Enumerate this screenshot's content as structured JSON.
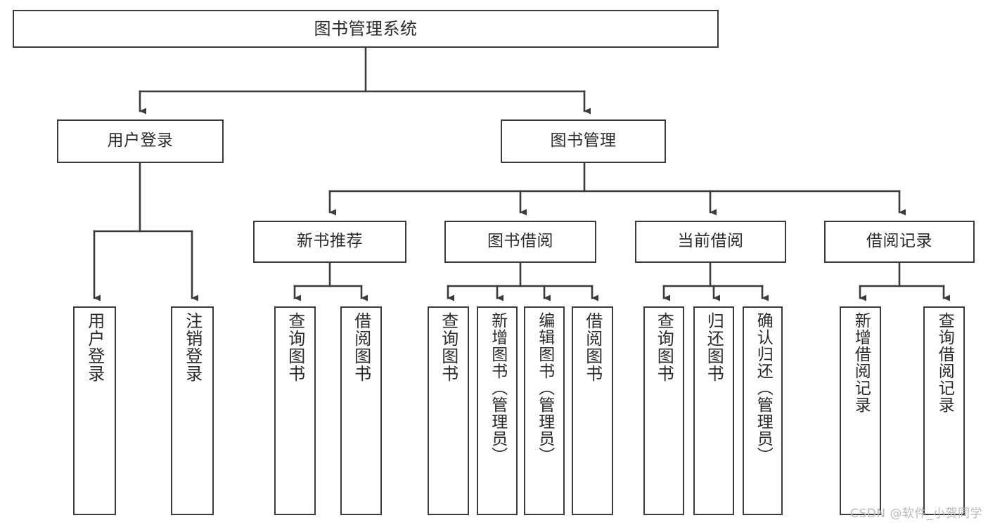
{
  "diagram": {
    "title": "图书管理系统",
    "type": "tree-hierarchy-diagram",
    "colors": {
      "box_border": "#3b3b3b",
      "box_fill": "#ffffff",
      "connector": "#3b3b3b",
      "text": "#2b2b2b",
      "watermark": "#b9b9b9"
    },
    "nodes": {
      "root": {
        "label": "图书管理系统"
      },
      "level2": [
        {
          "label": "用户登录"
        },
        {
          "label": "图书管理"
        }
      ],
      "level3": [
        {
          "label": "新书推荐"
        },
        {
          "label": "图书借阅"
        },
        {
          "label": "当前借阅"
        },
        {
          "label": "借阅记录"
        }
      ],
      "leaves": [
        {
          "label": "用户登录",
          "parent": "用户登录"
        },
        {
          "label": "注销登录",
          "parent": "用户登录"
        },
        {
          "label": "查询图书",
          "parent": "新书推荐"
        },
        {
          "label": "借阅图书",
          "parent": "新书推荐"
        },
        {
          "label": "查询图书",
          "parent": "图书借阅"
        },
        {
          "label": "新增图书（管理员）",
          "parent": "图书借阅"
        },
        {
          "label": "编辑图书（管理员）",
          "parent": "图书借阅"
        },
        {
          "label": "借阅图书",
          "parent": "图书借阅"
        },
        {
          "label": "查询图书",
          "parent": "当前借阅"
        },
        {
          "label": "归还图书",
          "parent": "当前借阅"
        },
        {
          "label": "确认归还（管理员）",
          "parent": "当前借阅"
        },
        {
          "label": "新增借阅记录",
          "parent": "借阅记录"
        },
        {
          "label": "查询借阅记录",
          "parent": "借阅记录"
        }
      ]
    },
    "watermark": "CSDN @软件_小贺同学"
  }
}
